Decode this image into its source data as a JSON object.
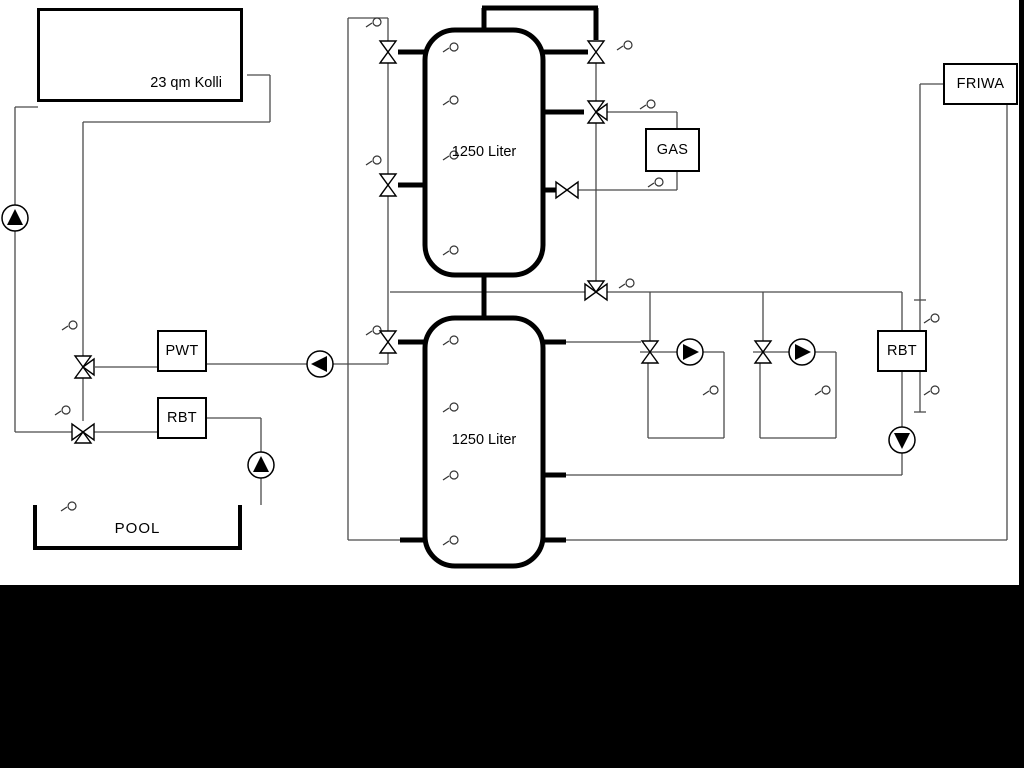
{
  "diagram": {
    "labels": {
      "collector": "23 qm Kolli",
      "tank1": "1250 Liter",
      "tank2": "1250 Liter",
      "gas": "GAS",
      "friwa": "FRIWA",
      "pwt": "PWT",
      "rbt_left": "RBT",
      "rbt_right": "RBT",
      "pool": "POOL"
    },
    "colors": {
      "background": "#ffffff",
      "pipe_thick": "#000000",
      "pipe_thin": "#4a4a4a",
      "letterbox": "#000000"
    }
  }
}
